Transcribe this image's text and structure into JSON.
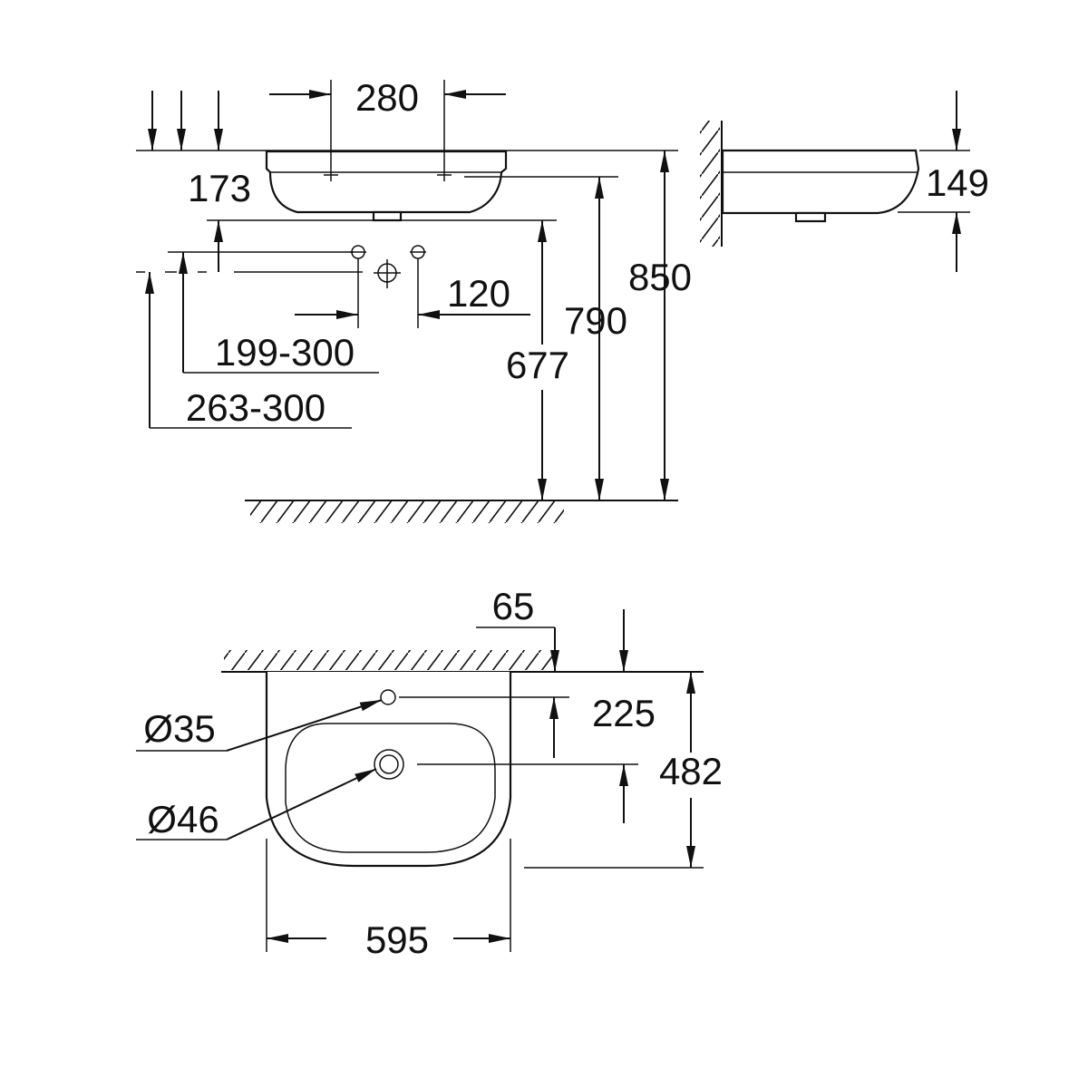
{
  "dimensions": {
    "tap_hole_spacing": "280",
    "basin_depth_front": "173",
    "basin_depth_side": "149",
    "total_height": "850",
    "rim_height": "790",
    "bottom_height": "677",
    "waste_offset": "120",
    "trap_range_1": "199-300",
    "trap_range_2": "263-300",
    "wall_offset": "65",
    "tap_hole_distance": "225",
    "projection": "482",
    "width": "595",
    "tap_hole_diameter": "Ø35",
    "waste_diameter": "Ø46"
  }
}
